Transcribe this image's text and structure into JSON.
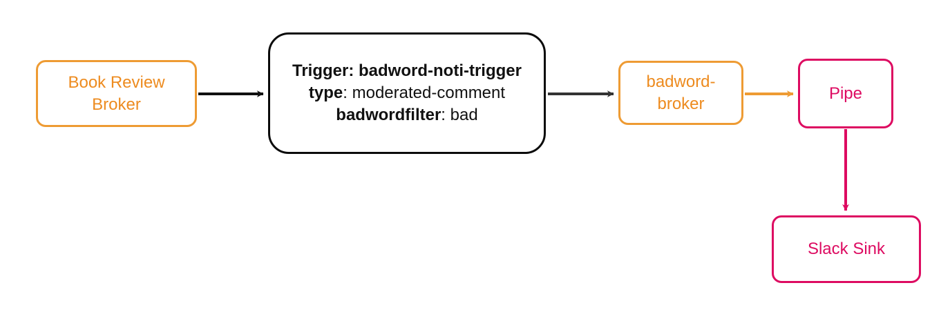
{
  "diagram": {
    "type": "flow-diagram",
    "background_color": "#ffffff",
    "palette": {
      "orange_border": "#EE9B33",
      "orange_text": "#ED8B1F",
      "crimson": "#DD0B61",
      "black": "#0b0b0b",
      "dark_gray_arrow": "#333333"
    },
    "nodes": [
      {
        "id": "book-review-broker",
        "label": "Book Review\nBroker",
        "style": "orange"
      },
      {
        "id": "badword-noti-trigger",
        "style": "dark",
        "lines": [
          {
            "key": "Trigger:",
            "value": " badword-noti-trigger",
            "all_bold": true
          },
          {
            "key": "type",
            "value": ": moderated-comment",
            "all_bold": false
          },
          {
            "key": "badwordfilter",
            "value": ": bad",
            "all_bold": false
          }
        ]
      },
      {
        "id": "badword-broker",
        "label": "badword-\nbroker",
        "style": "orange"
      },
      {
        "id": "pipe",
        "label": "Pipe",
        "style": "crimson"
      },
      {
        "id": "slack-sink",
        "label": "Slack Sink",
        "style": "crimson"
      }
    ],
    "edges": [
      {
        "id": "edge-broker-to-trigger",
        "from": "book-review-broker",
        "to": "badword-noti-trigger",
        "color": "#111111",
        "direction": "right"
      },
      {
        "id": "edge-trigger-to-badword-broker",
        "from": "badword-noti-trigger",
        "to": "badword-broker",
        "color": "#333333",
        "direction": "right"
      },
      {
        "id": "edge-badword-broker-to-pipe",
        "from": "badword-broker",
        "to": "pipe",
        "color": "#EE9B33",
        "direction": "right"
      },
      {
        "id": "edge-pipe-to-slack-sink",
        "from": "pipe",
        "to": "slack-sink",
        "color": "#DD0B61",
        "direction": "down"
      }
    ]
  }
}
